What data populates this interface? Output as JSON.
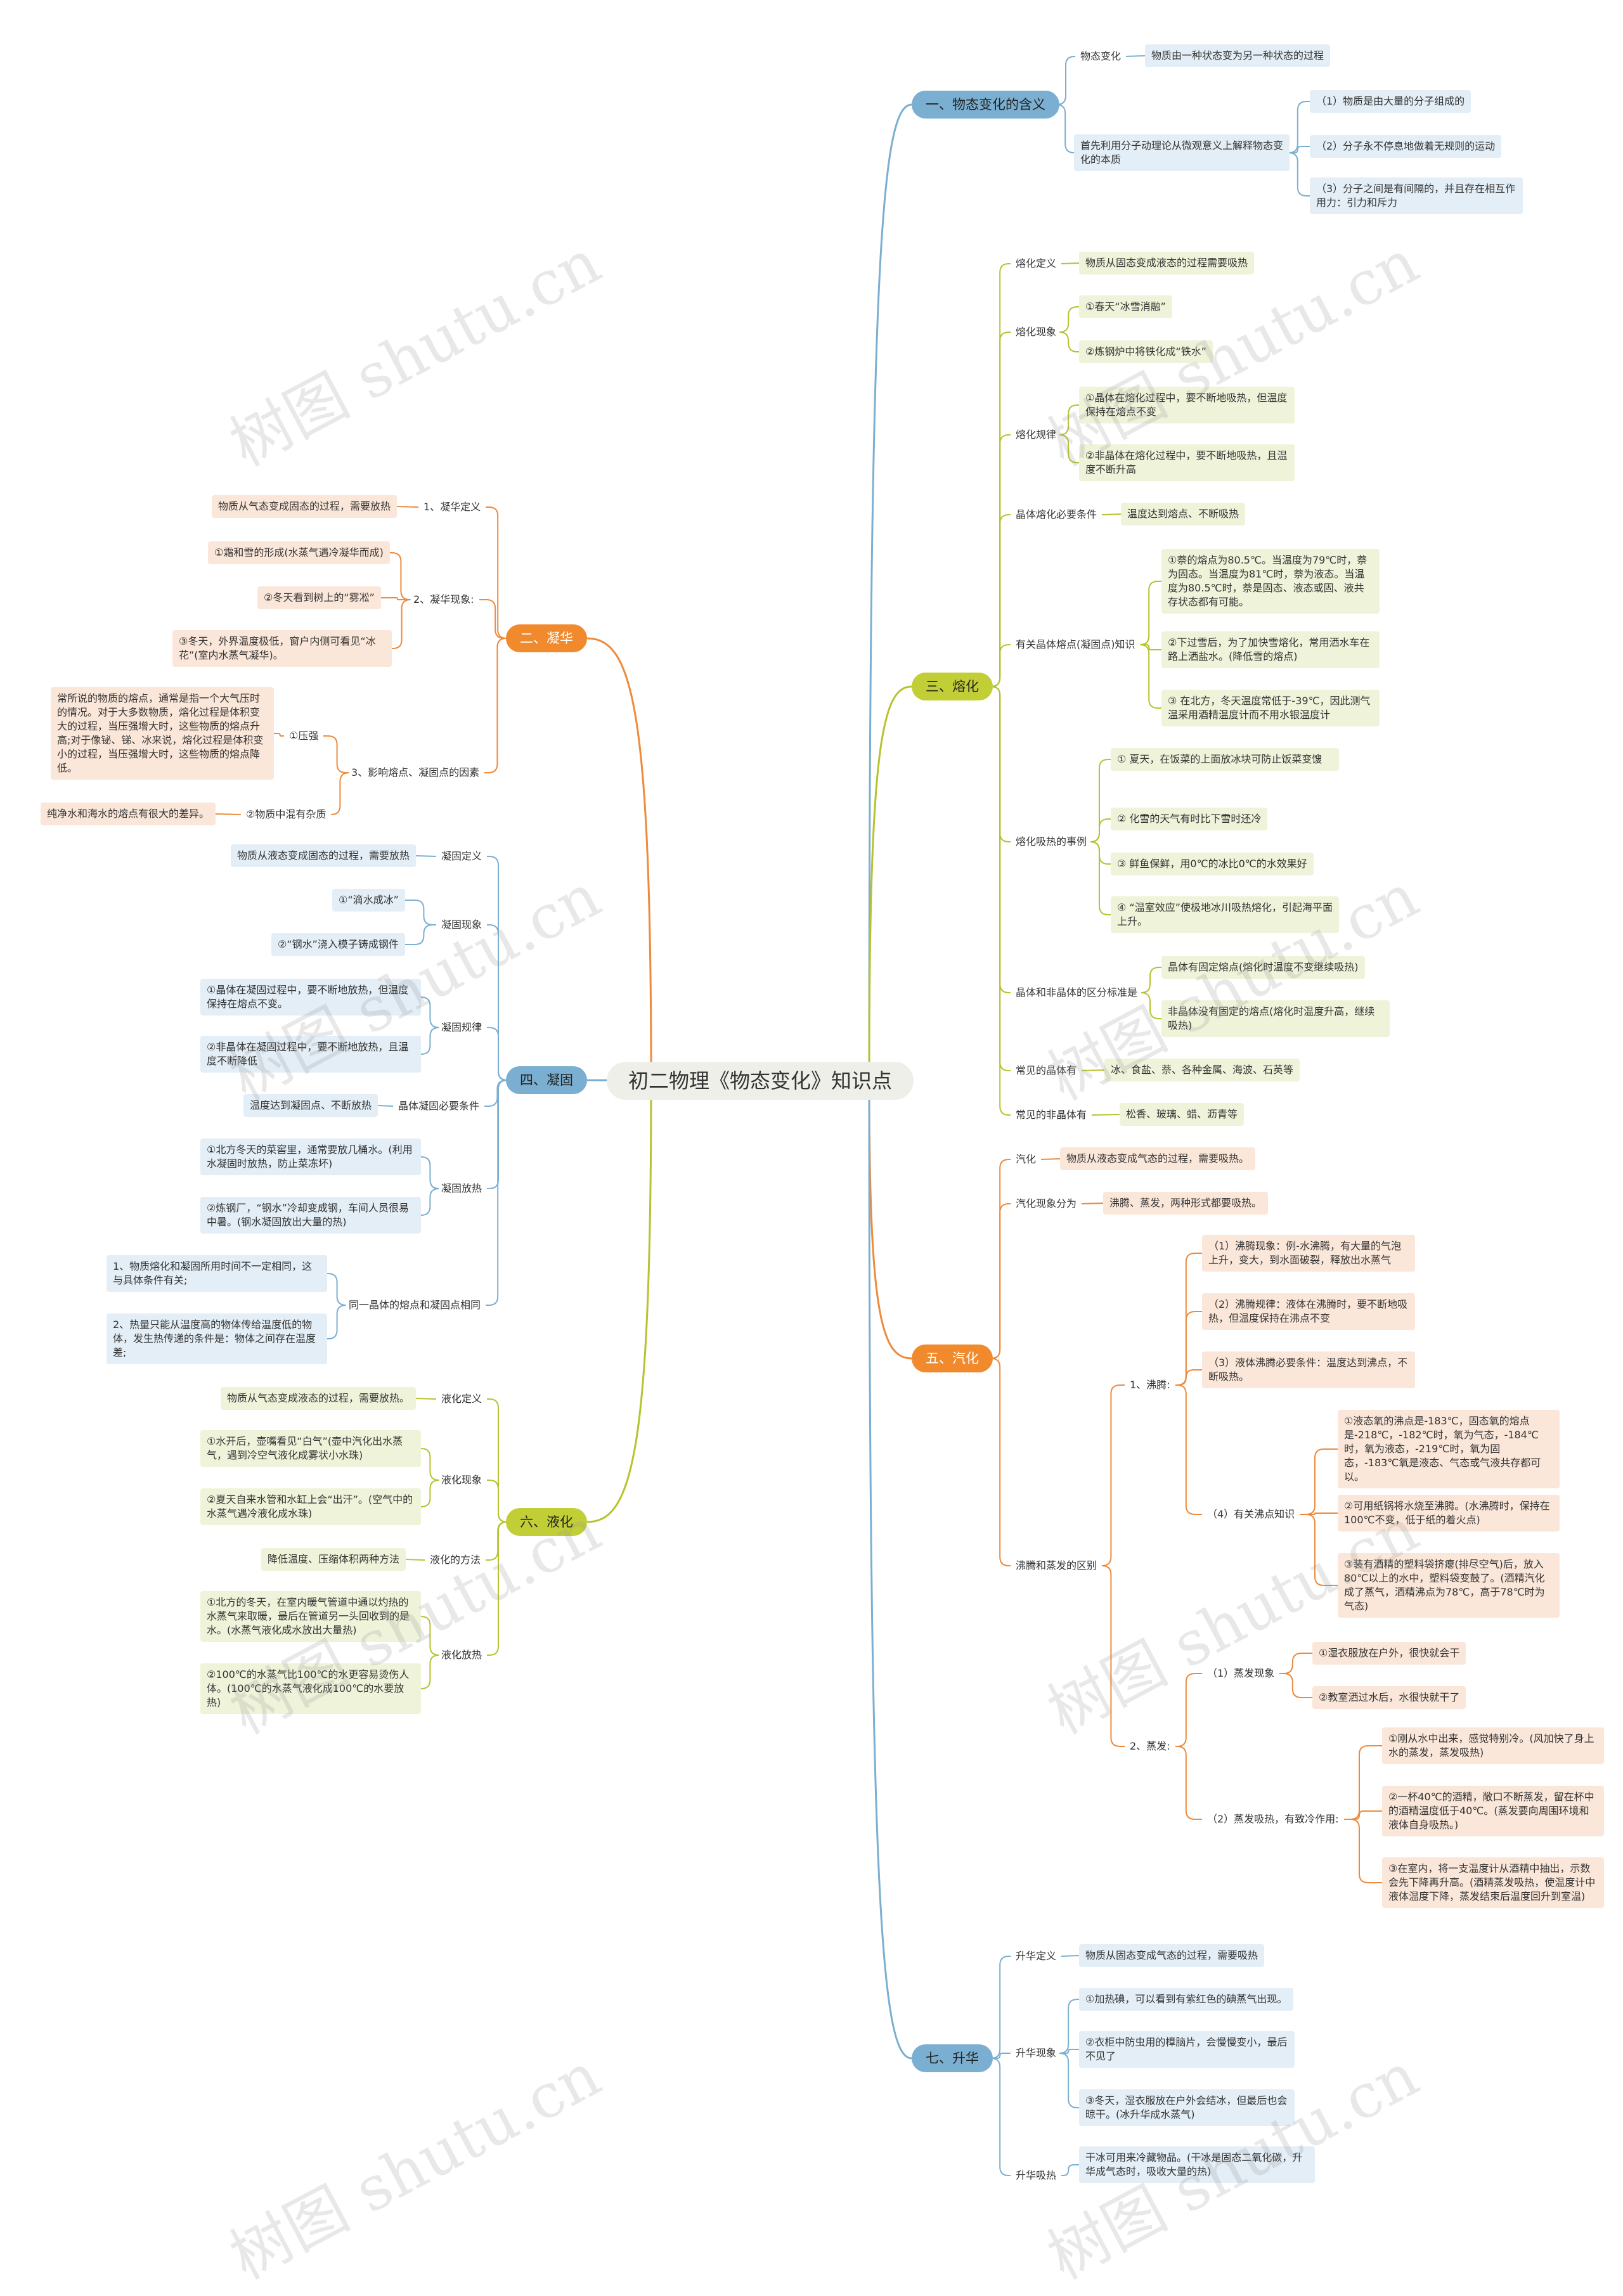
{
  "title": "初二物理《物态变化》知识点",
  "watermark": "树图 shutu.cn",
  "colors": {
    "blue": "#7bafd1",
    "green": "#b7c32e",
    "orange": "#ee8a3a",
    "blue_fill": "#e3eef6",
    "green_fill": "#eff3d9",
    "orange_fill": "#fbe7d9"
  },
  "nodes": {
    "b1": "一、物态变化的含义",
    "b1_wt": "物态变化",
    "b1_wt_d": "物质由一种状态变为另一种状态的过程",
    "b1_mol": "首先利用分子动理论从微观意义上解释物态变化的本质",
    "b1_m1": "（1）物质是由大量的分子组成的",
    "b1_m2": "（2）分子永不停息地做着无规则的运动",
    "b1_m3": "（3）分子之间是有间隔的，并且存在相互作用力：引力和斥力",
    "b3": "三、熔化",
    "b3_def": "熔化定义",
    "b3_def_d": "物质从固态变成液态的过程需要吸热",
    "b3_xx": "熔化现象",
    "b3_xx1": "①春天“冰雪消融”",
    "b3_xx2": "②炼钢炉中将铁化成“铁水”",
    "b3_gl": "熔化规律",
    "b3_gl1": "①晶体在熔化过程中，要不断地吸热，但温度保持在熔点不变",
    "b3_gl2": "②非晶体在熔化过程中，要不断地吸热，且温度不断升高",
    "b3_tj": "晶体熔化必要条件",
    "b3_tj_d": "温度达到熔点、不断吸热",
    "b3_rd": "有关晶体熔点(凝固点)知识",
    "b3_rd1": "①萘的熔点为80.5℃。当温度为79℃时，萘为固态。当温度为81℃时，萘为液态。当温度为80.5℃时，萘是固态、液态或固、液共存状态都有可能。",
    "b3_rd2": "②下过雪后，为了加快雪熔化，常用洒水车在路上洒盐水。(降低雪的熔点)",
    "b3_rd3": "③ 在北方，冬天温度常低于-39℃，因此测气温采用酒精温度计而不用水银温度计",
    "b3_sl": "熔化吸热的事例",
    "b3_sl1": "① 夏天，在饭菜的上面放冰块可防止饭菜变馊",
    "b3_sl2": "② 化雪的天气有时比下雪时还冷",
    "b3_sl3": "③ 鲜鱼保鲜，用0℃的冰比0℃的水效果好",
    "b3_sl4": "④ “温室效应”使极地冰川吸热熔化，引起海平面上升。",
    "b3_qf": "晶体和非晶体的区分标准是",
    "b3_qf1": "晶体有固定熔点(熔化时温度不变继续吸热)",
    "b3_qf2": "非晶体没有固定的熔点(熔化时温度升高，继续吸热)",
    "b3_jt": "常见的晶体有",
    "b3_jt_d": "冰、食盐、萘、各种金属、海波、石英等",
    "b3_fjt": "常见的非晶体有",
    "b3_fjt_d": "松香、玻璃、蜡、沥青等",
    "b5": "五、汽化",
    "b5_qh": "汽化",
    "b5_qh_d": "物质从液态变成气态的过程，需要吸热。",
    "b5_fl": "汽化现象分为",
    "b5_fl_d": "沸腾、蒸发，两种形式都要吸热。",
    "b5_qb": "沸腾和蒸发的区别",
    "b5_ft": "1、沸腾:",
    "b5_ft1": "（1）沸腾现象：例-水沸腾，有大量的气泡上升，变大，到水面破裂，释放出水蒸气",
    "b5_ft2": "（2）沸腾规律：液体在沸腾时，要不断地吸热，但温度保持在沸点不变",
    "b5_ft3": "（3）液体沸腾必要条件：温度达到沸点，不断吸热。",
    "b5_ft4": "（4）有关沸点知识",
    "b5_fd1": "①液态氧的沸点是-183℃，固态氧的熔点是-218℃，-182℃时，氧为气态，-184℃时，氧为液态，-219℃时，氧为固态，-183℃氧是液态、气态或气液共存都可以。",
    "b5_fd2": "②可用纸锅将水烧至沸腾。(水沸腾时，保持在100℃不变，低于纸的着火点)",
    "b5_fd3": "③装有酒精的塑料袋挤瘪(排尽空气)后，放入80℃以上的水中，塑料袋变鼓了。(酒精汽化成了蒸气，酒精沸点为78℃，高于78℃时为气态)",
    "b5_zf": "2、蒸发:",
    "b5_zx": "（1）蒸发现象",
    "b5_zx1": "①湿衣服放在户外，很快就会干",
    "b5_zx2": "②教室洒过水后，水很快就干了",
    "b5_zl": "（2）蒸发吸热，有致冷作用:",
    "b5_zl1": "①刚从水中出来，感觉特别冷。(风加快了身上水的蒸发，蒸发吸热)",
    "b5_zl2": "②一杯40℃的酒精，敞口不断蒸发，留在杯中的酒精温度低于40℃。(蒸发要向周围环境和液体自身吸热。)",
    "b5_zl3": "③在室内，将一支温度计从酒精中抽出，示数会先下降再升高。(酒精蒸发吸热，使温度计中液体温度下降，蒸发结束后温度回升到室温)",
    "b7": "七、升华",
    "b7_def": "升华定义",
    "b7_def_d": "物质从固态变成气态的过程，需要吸热",
    "b7_xx": "升华现象",
    "b7_xx1": "①加热碘，可以看到有紫红色的碘蒸气出现。",
    "b7_xx2": "②衣柜中防虫用的樟脑片，会慢慢变小，最后不见了",
    "b7_xx3": "③冬天，湿衣服放在户外会结冰，但最后也会晾干。(冰升华成水蒸气)",
    "b7_xr": "升华吸热",
    "b7_xr_d": "干冰可用来冷藏物品。(干冰是固态二氧化碳，升华成气态时，吸收大量的热)",
    "b2": "二、凝华",
    "b2_def": "1、凝华定义",
    "b2_def_d": "物质从气态变成固态的过程，需要放热",
    "b2_xx": "2、凝华现象:",
    "b2_xx1": "①霜和雪的形成(水蒸气遇冷凝华而成)",
    "b2_xx2": "②冬天看到树上的“雾凇”",
    "b2_xx3": "③冬天，外界温度极低，窗户内侧可看见“冰花”(室内水蒸气凝华)。",
    "b2_ys": "3、影响熔点、凝固点的因素",
    "b2_yq": "①压强",
    "b2_yq_d": "常所说的物质的熔点，通常是指一个大气压时的情况。对于大多数物质，熔化过程是体积变大的过程，当压强增大时，这些物质的熔点升高;对于像铋、锑、冰来说，熔化过程是体积变小的过程，当压强增大时，这些物质的熔点降低。",
    "b2_zz": "②物质中混有杂质",
    "b2_zz_d": "纯净水和海水的熔点有很大的差异。",
    "b4": "四、凝固",
    "b4_def": "凝固定义",
    "b4_def_d": "物质从液态变成固态的过程，需要放热",
    "b4_xx": "凝固现象",
    "b4_xx1": "①“滴水成冰”",
    "b4_xx2": "②“钢水”浇入模子铸成钢件",
    "b4_gl": "凝固规律",
    "b4_gl1": "①晶体在凝固过程中，要不断地放热，但温度保持在熔点不变。",
    "b4_gl2": "②非晶体在凝固过程中，要不断地放热，且温度不断降低",
    "b4_tj": "晶体凝固必要条件",
    "b4_tj_d": "温度达到凝固点、不断放热",
    "b4_fr": "凝固放热",
    "b4_fr1": "①北方冬天的菜窖里，通常要放几桶水。(利用水凝固时放热，防止菜冻坏)",
    "b4_fr2": "②炼钢厂，“钢水”冷却变成钢，车间人员很易中暑。(钢水凝固放出大量的热)",
    "b4_tx": "同一晶体的熔点和凝固点相同",
    "b4_tx1": "1、物质熔化和凝固所用时间不一定相同，这与具体条件有关;",
    "b4_tx2": "2、热量只能从温度高的物体传给温度低的物体，发生热传递的条件是：物体之间存在温度差;",
    "b6": "六、液化",
    "b6_def": "液化定义",
    "b6_def_d": "物质从气态变成液态的过程，需要放热。",
    "b6_xx": "液化现象",
    "b6_xx1": "①水开后，壶嘴看见“白气”(壶中汽化出水蒸气，遇到冷空气液化成雾状小水珠)",
    "b6_xx2": "②夏天自来水管和水缸上会“出汗”。(空气中的水蒸气遇冷液化成水珠)",
    "b6_ff": "液化的方法",
    "b6_ff_d": "降低温度、压缩体积两种方法",
    "b6_fr": "液化放热",
    "b6_fr1": "①北方的冬天，在室内暖气管道中通以灼热的水蒸气来取暖，最后在管道另一头回收到的是水。(水蒸气液化成水放出大量热)",
    "b6_fr2": "②100℃的水蒸气比100℃的水更容易烫伤人体。(100℃的水蒸气液化成100℃的水要放热)"
  }
}
